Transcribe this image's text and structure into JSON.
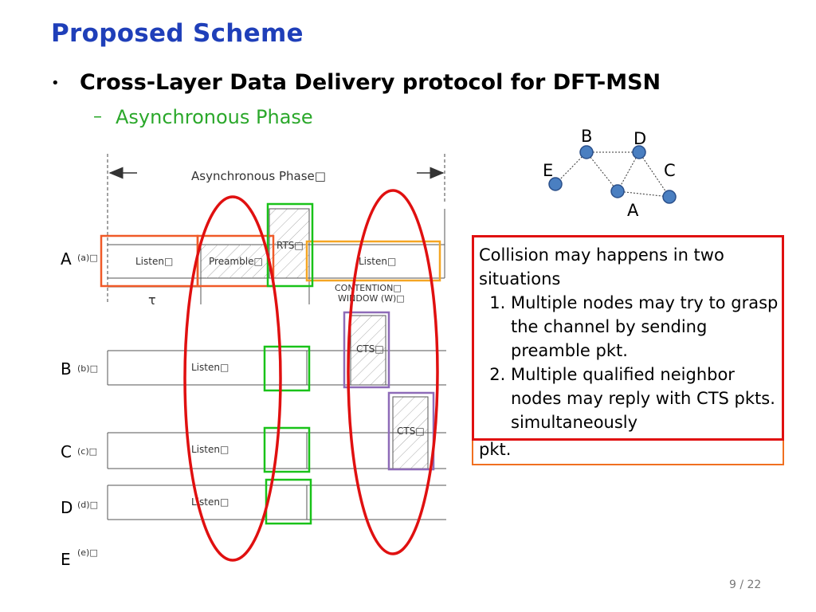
{
  "slide": {
    "title": "Proposed Scheme",
    "bullet": "Cross-Layer Data Delivery protocol for DFT-MSN",
    "bullet_marker": "•",
    "sub_marker": "–",
    "subbullet": "Asynchronous Phase",
    "page": "9 / 22"
  },
  "topology": {
    "nodes": [
      "B",
      "D",
      "E",
      "C",
      "A"
    ],
    "node_color": "#4a7fc1"
  },
  "timing": {
    "phase_label": "Asynchronous Phase□",
    "rows": [
      {
        "label": "A",
        "tag": "(a)□"
      },
      {
        "label": "B",
        "tag": "(b)□"
      },
      {
        "label": "C",
        "tag": "(c)□"
      },
      {
        "label": "D",
        "tag": "(d)□"
      },
      {
        "label": "E",
        "tag": "(e)□"
      }
    ],
    "boxes": {
      "a_listen": "Listen□",
      "a_preamble": "Preamble□",
      "a_rts": "RTS□",
      "a_listen2": "Listen□",
      "contention_line1": "CONTENTION□",
      "contention_line2": "WINDOW (W)□",
      "tau": "τ",
      "b_listen": "Listen□",
      "b_cts": "CTS□",
      "c_listen": "Listen□",
      "c_cts": "CTS□",
      "d_listen": "Listen□"
    },
    "highlight_colors": {
      "orange_red": "#f05a28",
      "orange": "#f5a623",
      "green": "#19c219",
      "purple": "#8e6bb8",
      "ellipse": "#e01010"
    }
  },
  "callout": {
    "intro": "Collision may happens in two situations",
    "items": [
      "Multiple nodes may try to grasp the channel by sending preamble pkt.",
      "Multiple qualified neighbor nodes may reply with CTS pkts. simultaneously"
    ],
    "tail": "pkt."
  }
}
